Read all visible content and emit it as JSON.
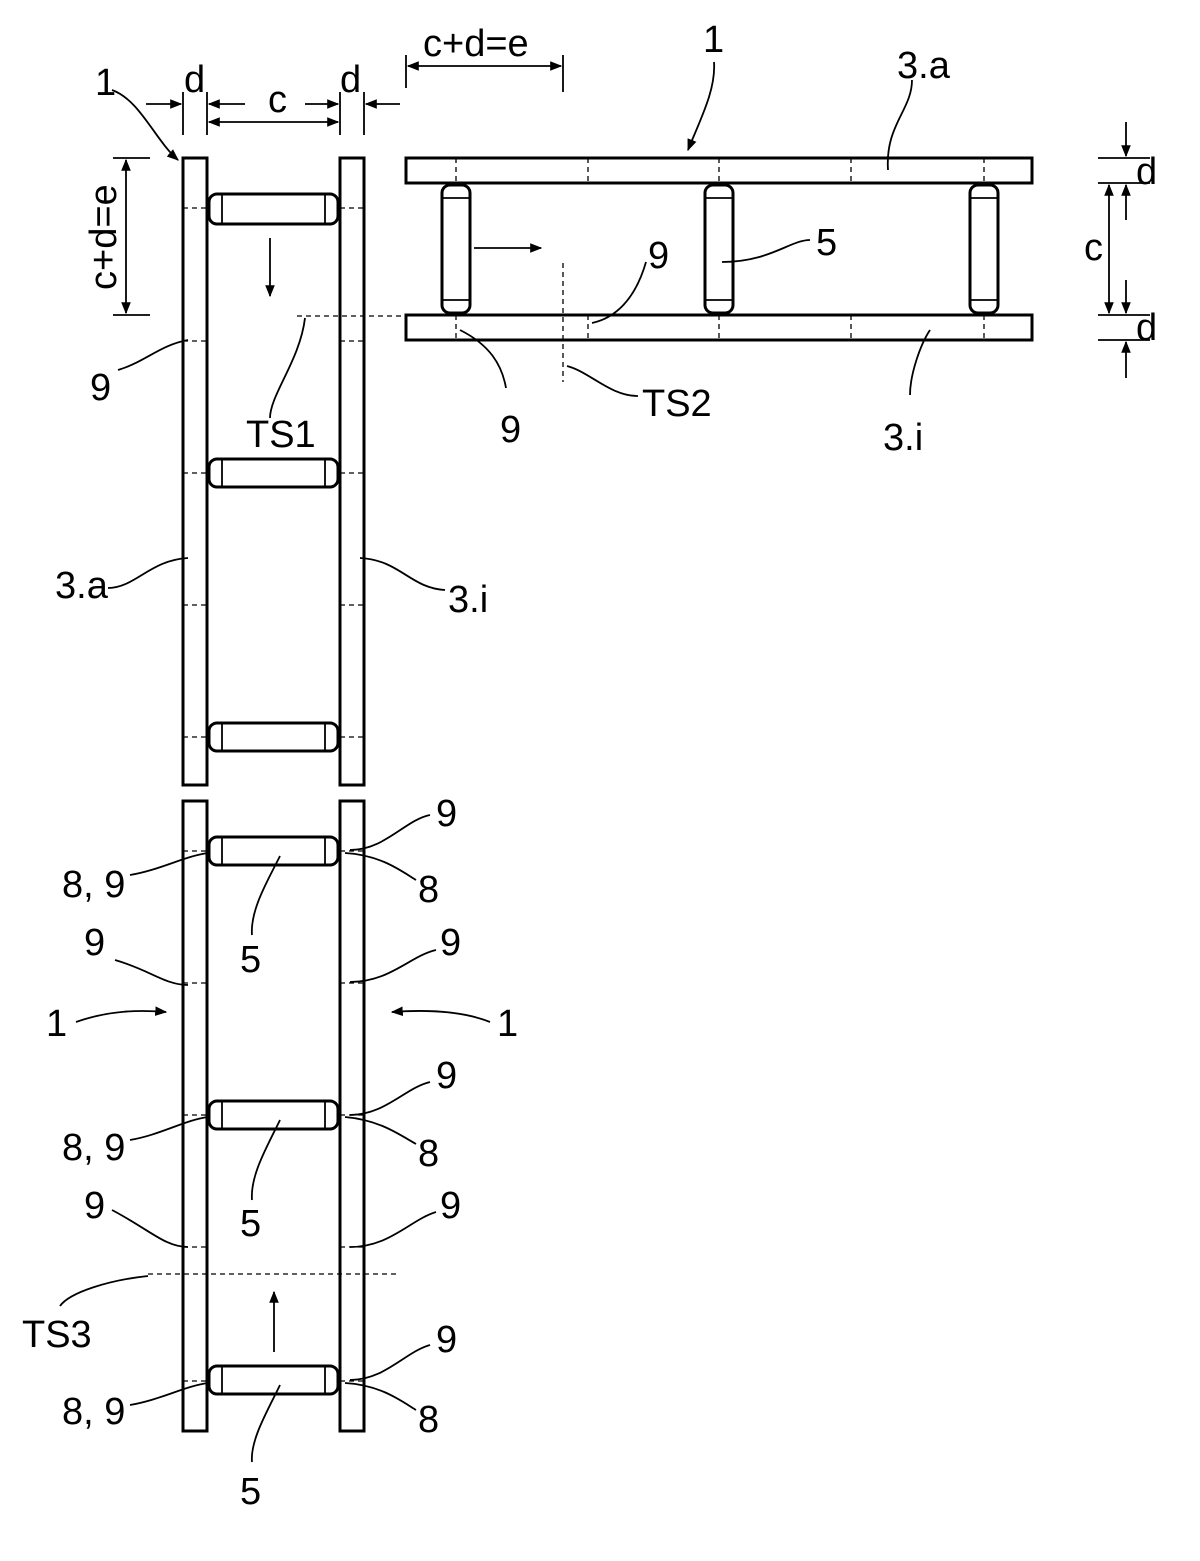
{
  "labels": {
    "ref_1": "1",
    "ref_3a": "3.a",
    "ref_3i": "3.i",
    "ref_5": "5",
    "ref_8": "8",
    "ref_8_9": "8, 9",
    "ref_9": "9",
    "dim_d": "d",
    "dim_c": "c",
    "dim_e": "c+d=e",
    "ts1": "TS1",
    "ts2": "TS2",
    "ts3": "TS3"
  },
  "colors": {
    "ink": "#000000",
    "paper": "#ffffff"
  }
}
